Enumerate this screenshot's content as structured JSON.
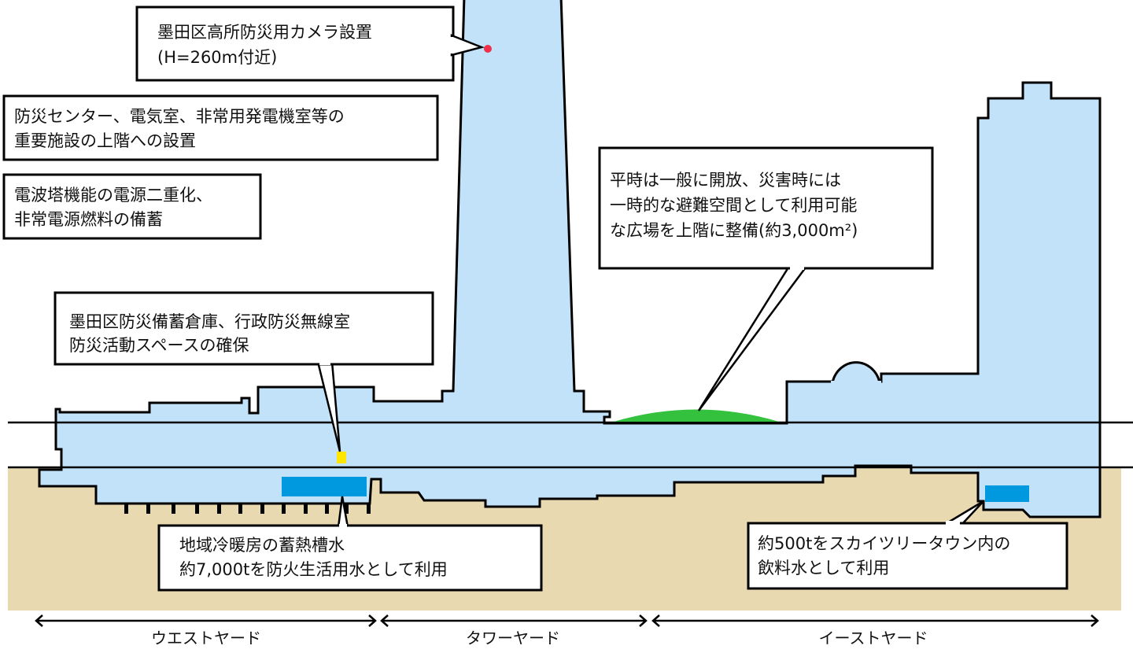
{
  "colors": {
    "building": "#c2e2fa",
    "ground": "#e9d9b1",
    "tank": "#0099e0",
    "plaza": "#33c13e",
    "storage_marker": "#ffe600",
    "camera_marker": "#f0304a",
    "outline": "#000000"
  },
  "callouts": {
    "camera": {
      "line1": "墨田区高所防災用カメラ設置",
      "line2": "(H=260m付近)"
    },
    "facilities": {
      "line1": "防災センター、電気室、非常用発電機室等の",
      "line2": "重要施設の上階への設置"
    },
    "power": {
      "line1": "電波塔機能の電源二重化、",
      "line2": "非常電源燃料の備蓄"
    },
    "storage": {
      "line1": "墨田区防災備蓄倉庫、行政防災無線室",
      "line2": "防災活動スペースの確保"
    },
    "plaza": {
      "line1": "平時は一般に開放、災害時には",
      "line2": "一時的な避難空間として利用可能",
      "line3": "な広場を上階に整備(約3,000m²)"
    },
    "heat_storage": {
      "line1": "地域冷暖房の蓄熱槽水",
      "line2": "約7,000tを防火生活用水として利用"
    },
    "drinking_water": {
      "line1": "約500tをスカイツリータウン内の",
      "line2": "飲料水として利用"
    }
  },
  "yards": {
    "west": "ウエストヤード",
    "tower": "タワーヤード",
    "east": "イーストヤード"
  }
}
